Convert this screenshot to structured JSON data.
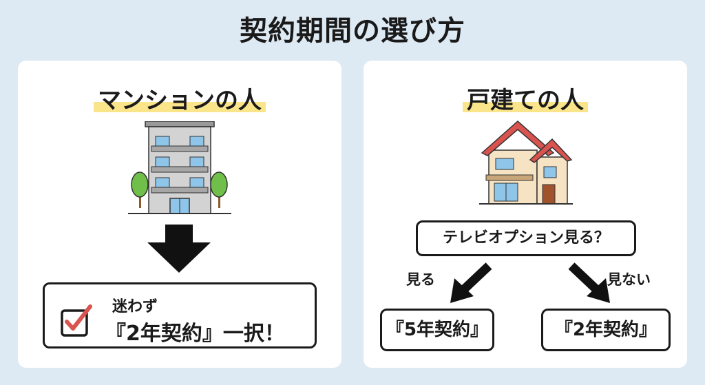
{
  "title": "契約期間の選び方",
  "left": {
    "heading": "マンションの人",
    "decision_small": "迷わず",
    "decision_big": "『2年契約』一択！"
  },
  "right": {
    "heading": "戸建ての人",
    "question": "テレビオプション見る？",
    "yes_label": "見る",
    "no_label": "見ない",
    "yes_result": "『5年契約』",
    "no_result": "『2年契約』"
  },
  "colors": {
    "background": "#dde9f3",
    "highlight": "#fbe58a",
    "check": "#d9534f",
    "roof": "#d9534f"
  }
}
